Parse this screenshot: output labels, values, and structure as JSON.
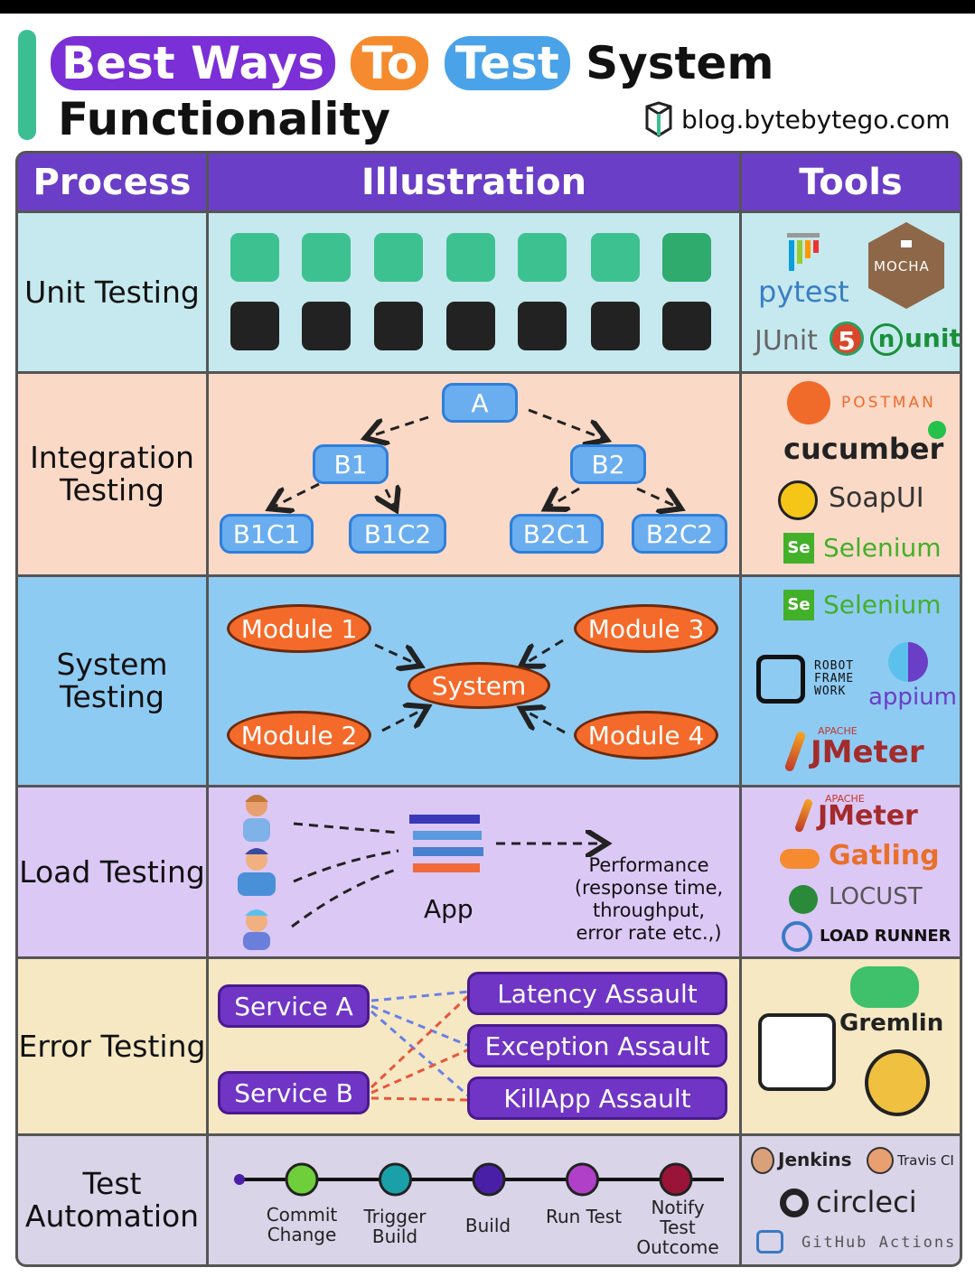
{
  "header": {
    "title_parts": [
      "Best Ways",
      "To",
      "Test",
      "System"
    ],
    "title_line2": "Functionality",
    "site": "blog.bytebytego.com"
  },
  "columns": [
    "Process",
    "Illustration",
    "Tools"
  ],
  "rows": {
    "unit": {
      "process": "Unit Testing",
      "tools": [
        "pytest",
        "MOCHA",
        "JUnit",
        "5",
        "unit"
      ]
    },
    "integration": {
      "process": "Integration Testing",
      "nodes": [
        "A",
        "B1",
        "B2",
        "B1C1",
        "B1C2",
        "B2C1",
        "B2C2"
      ],
      "tools": [
        "POSTMAN",
        "cucumber",
        "SoapUI",
        "Selenium"
      ]
    },
    "system": {
      "process": "System Testing",
      "center": "System",
      "modules": [
        "Module 1",
        "Module 2",
        "Module 3",
        "Module 4"
      ],
      "tools": [
        "Selenium",
        "ROBOT FRAME WORK",
        "appium",
        "APACHE",
        "JMeter"
      ]
    },
    "load": {
      "process": "Load Testing",
      "app": "App",
      "performance": [
        "Performance",
        "(response time,",
        "throughput,",
        "error rate etc.,)"
      ],
      "tools": [
        "APACHE",
        "JMeter",
        "Gatling",
        "LOCUST",
        "LOAD RUNNER"
      ]
    },
    "error": {
      "process": "Error Testing",
      "services": [
        "Service A",
        "Service B"
      ],
      "assaults": [
        "Latency Assault",
        "Exception Assault",
        "KillApp Assault"
      ],
      "tools": [
        "Gremlin"
      ]
    },
    "automation": {
      "process": "Test Automation",
      "steps": [
        "Commit Change",
        "Trigger Build",
        "Build",
        "Run Test",
        "Notify Test Outcome"
      ],
      "step_colors": [
        "#6fcf3a",
        "#1aa0a8",
        "#4a1fa8",
        "#b040c8",
        "#9a1438"
      ],
      "tools": [
        "Jenkins",
        "Travis CI",
        "circleci",
        "GitHub Actions"
      ]
    }
  },
  "colors": {
    "header_purple": "#6a3ec6",
    "unit_bg": "#c5e9ef",
    "integration_bg": "#fbd9c7",
    "system_bg": "#8ecbf3",
    "load_bg": "#dcc8f5",
    "error_bg": "#f5e8c3",
    "automation_bg": "#d9d4e8"
  }
}
